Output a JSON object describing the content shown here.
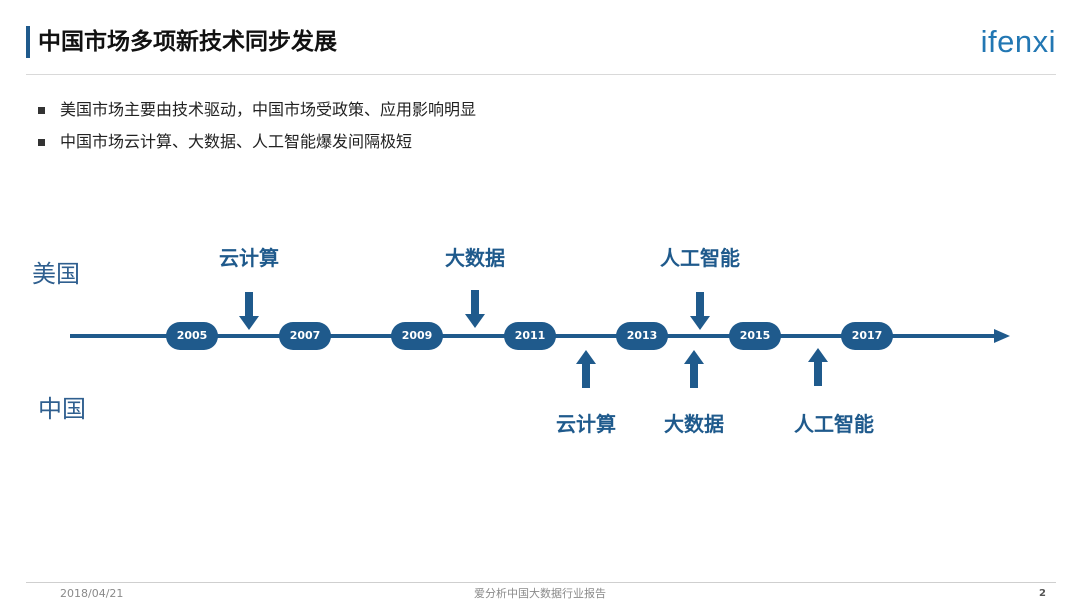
{
  "header": {
    "title": "中国市场多项新技术同步发展",
    "logo_text": "ifenxi",
    "accent_color": "#1f5a8c",
    "logo_color": "#2277b3"
  },
  "bullets": [
    "美国市场主要由技术驱动，中国市场受政策、应用影响明显",
    "中国市场云计算、大数据、人工智能爆发间隔极短"
  ],
  "timeline": {
    "row_labels": {
      "us": "美国",
      "cn": "中国"
    },
    "years": [
      "2005",
      "2007",
      "2009",
      "2011",
      "2013",
      "2015",
      "2017"
    ],
    "us_events": [
      {
        "label": "云计算"
      },
      {
        "label": "大数据"
      },
      {
        "label": "人工智能"
      }
    ],
    "cn_events": [
      {
        "label": "云计算"
      },
      {
        "label": "大数据"
      },
      {
        "label": "人工智能"
      }
    ]
  },
  "footer": {
    "date": "2018/04/21",
    "center_text": "爱分析中国大数据行业报告",
    "page_number": "2"
  }
}
